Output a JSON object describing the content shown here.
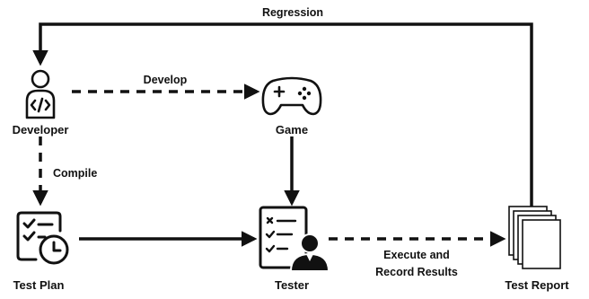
{
  "nodes": {
    "developer": "Developer",
    "game": "Game",
    "test_plan": "Test Plan",
    "tester": "Tester",
    "test_report": "Test Report"
  },
  "edges": {
    "regression": "Regression",
    "develop": "Develop",
    "compile": "Compile",
    "execute_line1": "Execute and",
    "execute_line2": "Record Results"
  },
  "icons": {
    "developer": "developer-code-icon",
    "game": "gamepad-icon",
    "test_plan": "checklist-clock-icon",
    "tester": "checklist-person-icon",
    "test_report": "document-stack-icon"
  },
  "colors": {
    "stroke": "#111111",
    "background": "#ffffff"
  }
}
